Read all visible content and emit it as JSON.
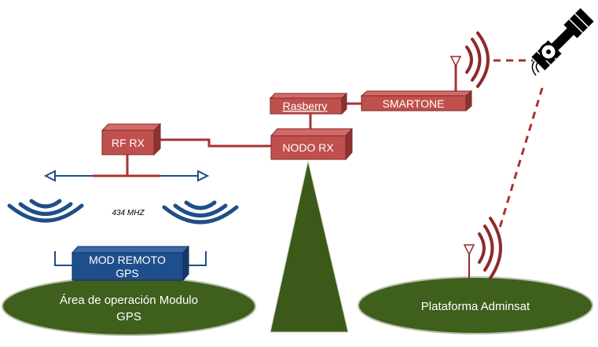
{
  "nodes": {
    "rf_rx": "RF RX",
    "nodo_rx": "NODO RX",
    "rasberry": "Rasberry",
    "smartone": "SMARTONE",
    "mod_remoto_line1": "MOD REMOTO",
    "mod_remoto_line2": "GPS"
  },
  "areas": {
    "operation_line1": "Área de operación Modulo",
    "operation_line2": "GPS",
    "platform": "Plataforma Adminsat"
  },
  "frequency_label": "434 MHZ",
  "colors": {
    "box_fill": "#c0504d",
    "box_side": "#8c3230",
    "link_line": "#a93232",
    "ellipse_fill": "#3f5f1c",
    "ellipse_stroke": "#b8bfaa",
    "tower_fill": "#3b5a19",
    "mod_fill": "#1f4e8c",
    "antenna_blue": "#1e4f86",
    "wave_dark_red": "#8e2a2a"
  },
  "icons": {
    "satellite": "satellite-icon",
    "antennas": "antenna-icon"
  }
}
